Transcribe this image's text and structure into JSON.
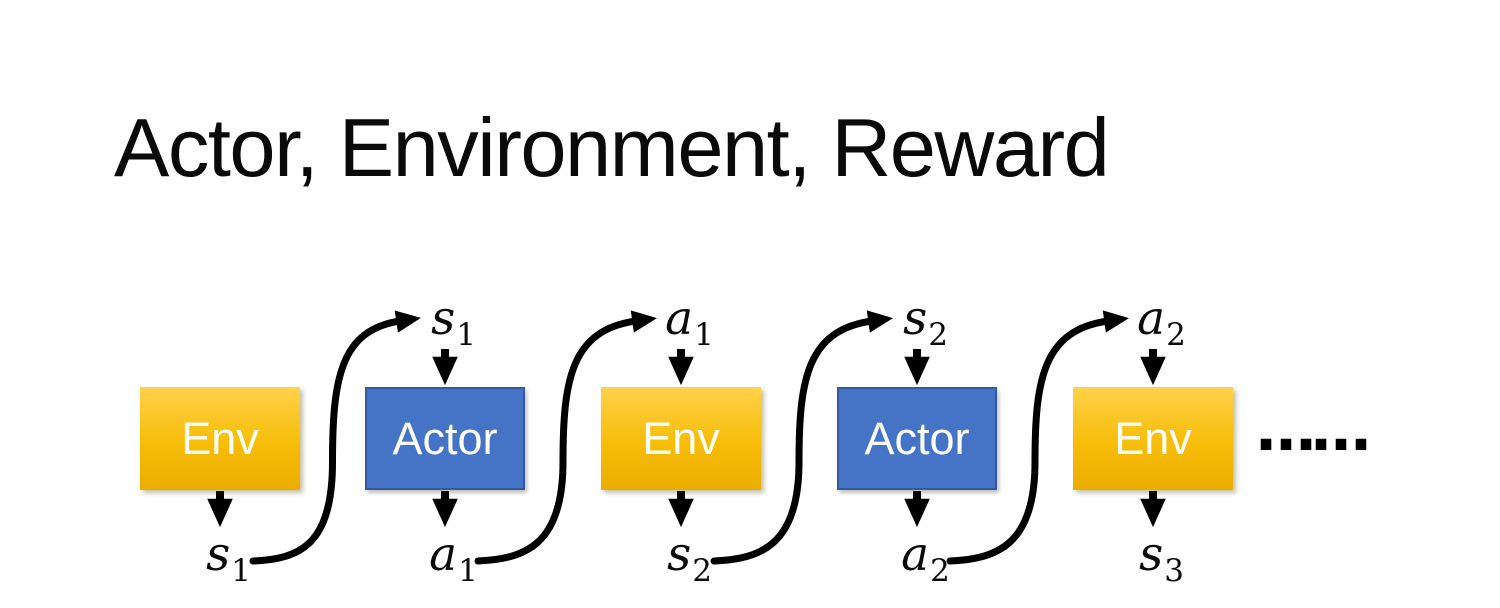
{
  "title": "Actor, Environment, Reward",
  "diagram": {
    "boxes": [
      {
        "label": "Env",
        "type": "environment"
      },
      {
        "label": "Actor",
        "type": "actor"
      },
      {
        "label": "Env",
        "type": "environment"
      },
      {
        "label": "Actor",
        "type": "actor"
      },
      {
        "label": "Env",
        "type": "environment"
      }
    ],
    "top_labels": [
      {
        "base": "s",
        "sub": "1"
      },
      {
        "base": "a",
        "sub": "1"
      },
      {
        "base": "s",
        "sub": "2"
      },
      {
        "base": "a",
        "sub": "2"
      }
    ],
    "bottom_labels": [
      {
        "base": "s",
        "sub": "1"
      },
      {
        "base": "a",
        "sub": "1"
      },
      {
        "base": "s",
        "sub": "2"
      },
      {
        "base": "a",
        "sub": "2"
      },
      {
        "base": "s",
        "sub": "3"
      }
    ],
    "ellipsis": "……",
    "colors": {
      "background": "#FFFFFF",
      "title_text": "#0A0A0A",
      "env_gradient_top": "#FFD14B",
      "env_gradient_bottom": "#EAAD00",
      "env_text": "#FFFEF6",
      "actor_fill": "#4573C5",
      "actor_border": "#37599B",
      "actor_text": "#FFFFFF",
      "arrow": "#000000",
      "label_text": "#0B0B0B"
    }
  }
}
